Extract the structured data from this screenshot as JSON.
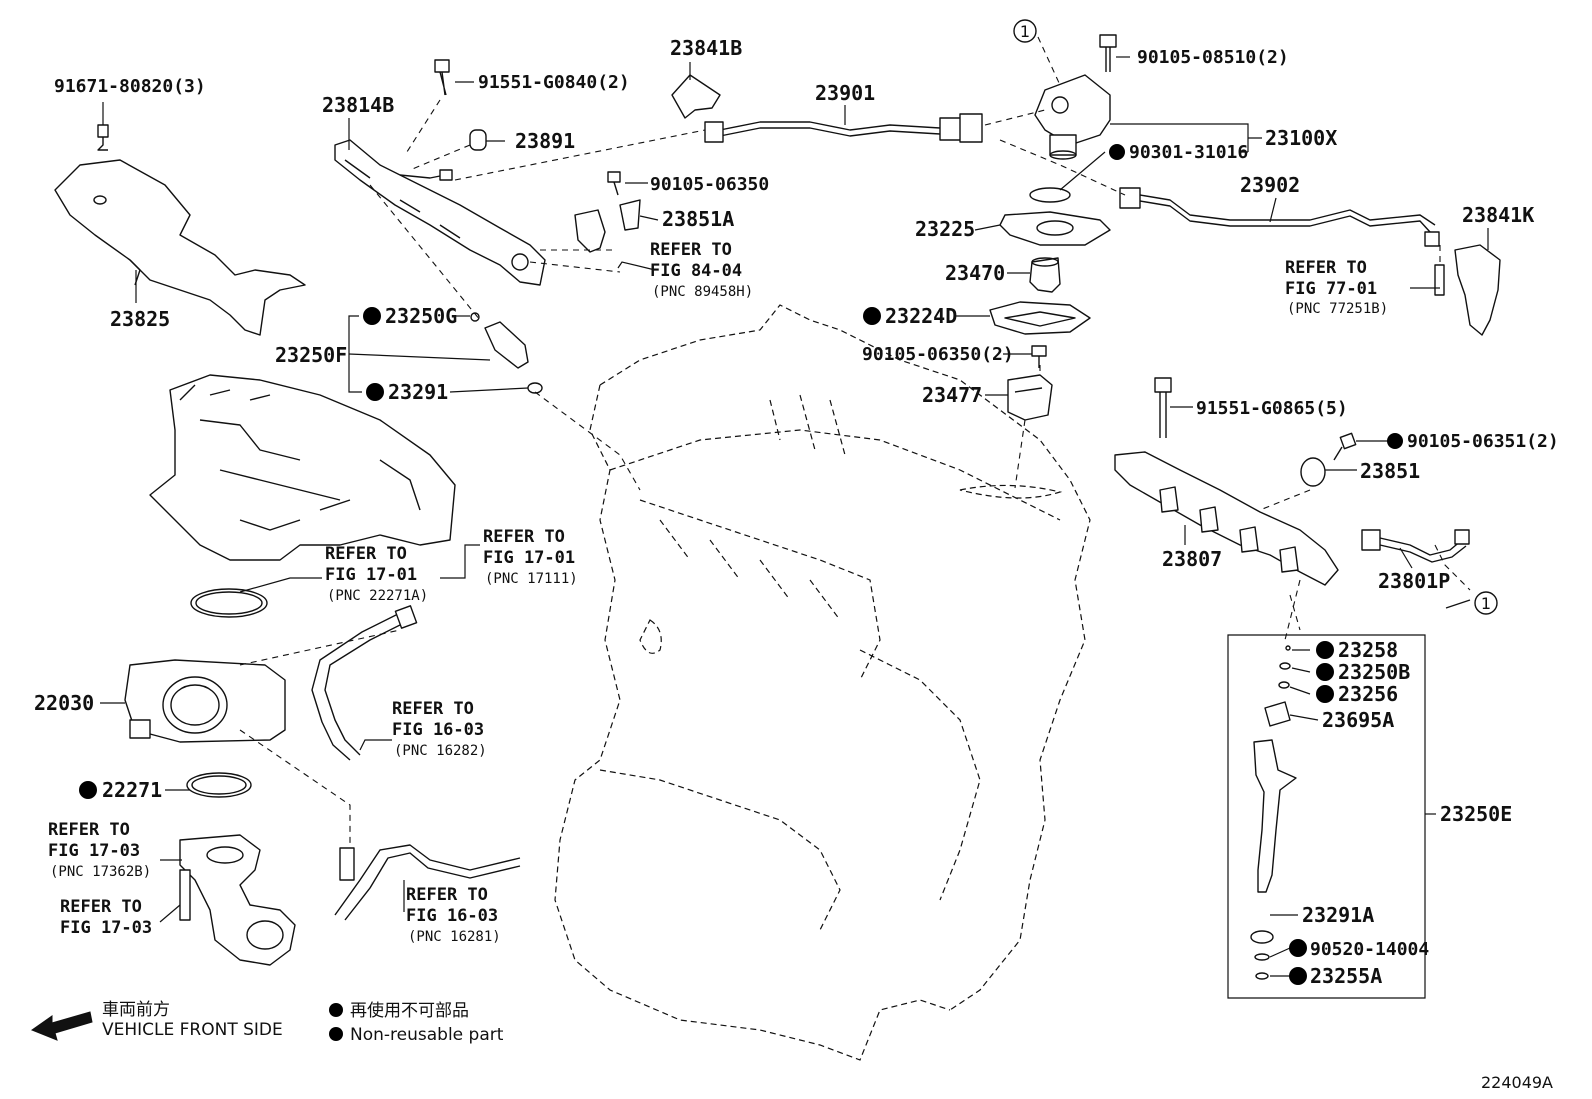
{
  "parts": {
    "p91671": "91671-80820(3)",
    "p23825": "23825",
    "p23814B": "23814B",
    "p91551_0840": "91551-G0840(2)",
    "p23891": "23891",
    "p23841B": "23841B",
    "p23901": "23901",
    "p90105_08510": "90105-08510(2)",
    "p23100X": "23100X",
    "p90301": "90301-31016",
    "p23902": "23902",
    "p23841K": "23841K",
    "p90105_06350": "90105-06350",
    "p23851A": "23851A",
    "p23225": "23225",
    "p23470": "23470",
    "p23224D": "23224D",
    "p90105_06350_2": "90105-06350(2)",
    "p23477": "23477",
    "p23250G": "23250G",
    "p23250F": "23250F",
    "p23291": "23291",
    "p91551_0865": "91551-G0865(5)",
    "p90105_06351": "90105-06351(2)",
    "p23851": "23851",
    "p23807": "23807",
    "p23801P": "23801P",
    "p22030": "22030",
    "p22271": "22271",
    "p23258": "23258",
    "p23250B": "23250B",
    "p23256": "23256",
    "p23695A": "23695A",
    "p23250E": "23250E",
    "p23291A": "23291A",
    "p90520": "90520-14004",
    "p23255A": "23255A"
  },
  "refs": {
    "refer_to": "REFER TO",
    "fig_84_04": "FIG 84-04",
    "pnc_89458H": "(PNC 89458H)",
    "fig_77_01": "FIG 77-01",
    "pnc_77251B": "(PNC 77251B)",
    "fig_17_01": "FIG 17-01",
    "pnc_17111": "(PNC 17111)",
    "pnc_22271A": "(PNC 22271A)",
    "fig_16_03": "FIG 16-03",
    "pnc_16282": "(PNC 16282)",
    "fig_17_03": "FIG 17-03",
    "pnc_17362B": "(PNC 17362B)",
    "pnc_16281": "(PNC 16281)"
  },
  "circle_ref": "1",
  "legend": {
    "front_jp": "車両前方",
    "front_en": "VEHICLE FRONT SIDE",
    "nonreuse_jp": "再使用不可部品",
    "nonreuse_en": "Non-reusable part"
  },
  "figure_id": "224049A"
}
